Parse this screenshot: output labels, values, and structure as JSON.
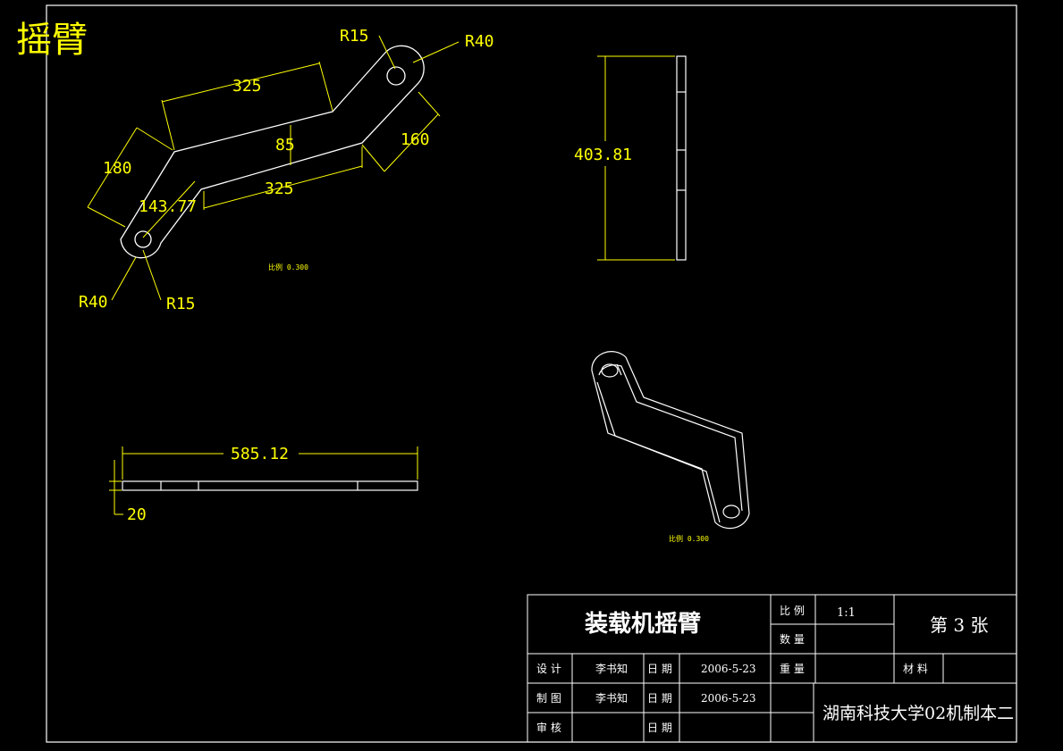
{
  "drawing": {
    "title": "摇臂",
    "colors": {
      "background": "#000000",
      "geometry": "#ffffff",
      "dimension": "#ffff00"
    },
    "top_view": {
      "radius_top_outer": "R40",
      "radius_top_hole": "R15",
      "length_top": "325",
      "width_middle": "85",
      "length_right": "160",
      "length_left": "180",
      "angle_length": "143.77",
      "length_bottom": "325",
      "radius_bottom_outer": "R40",
      "radius_bottom_hole": "R15",
      "scale_note": "比例 0.300"
    },
    "side_view": {
      "height": "403.81"
    },
    "front_view": {
      "length": "585.12",
      "thickness": "20"
    },
    "iso_view": {
      "scale_note": "比例 0.300"
    }
  },
  "title_block": {
    "part_name": "装载机摇臂",
    "scale_label": "比 例",
    "scale_value": "1:1",
    "sheet": "第 3 张",
    "quantity_label": "数 量",
    "design_label": "设 计",
    "designer": "李书知",
    "date_label_1": "日 期",
    "date_1": "2006-5-23",
    "weight_label": "重 量",
    "material_label": "材 料",
    "drafting_label": "制 图",
    "drafter": "李书知",
    "date_label_2": "日 期",
    "date_2": "2006-5-23",
    "school": "湖南科技大学02机制本二",
    "review_label": "审 核",
    "date_label_3": "日 期"
  }
}
